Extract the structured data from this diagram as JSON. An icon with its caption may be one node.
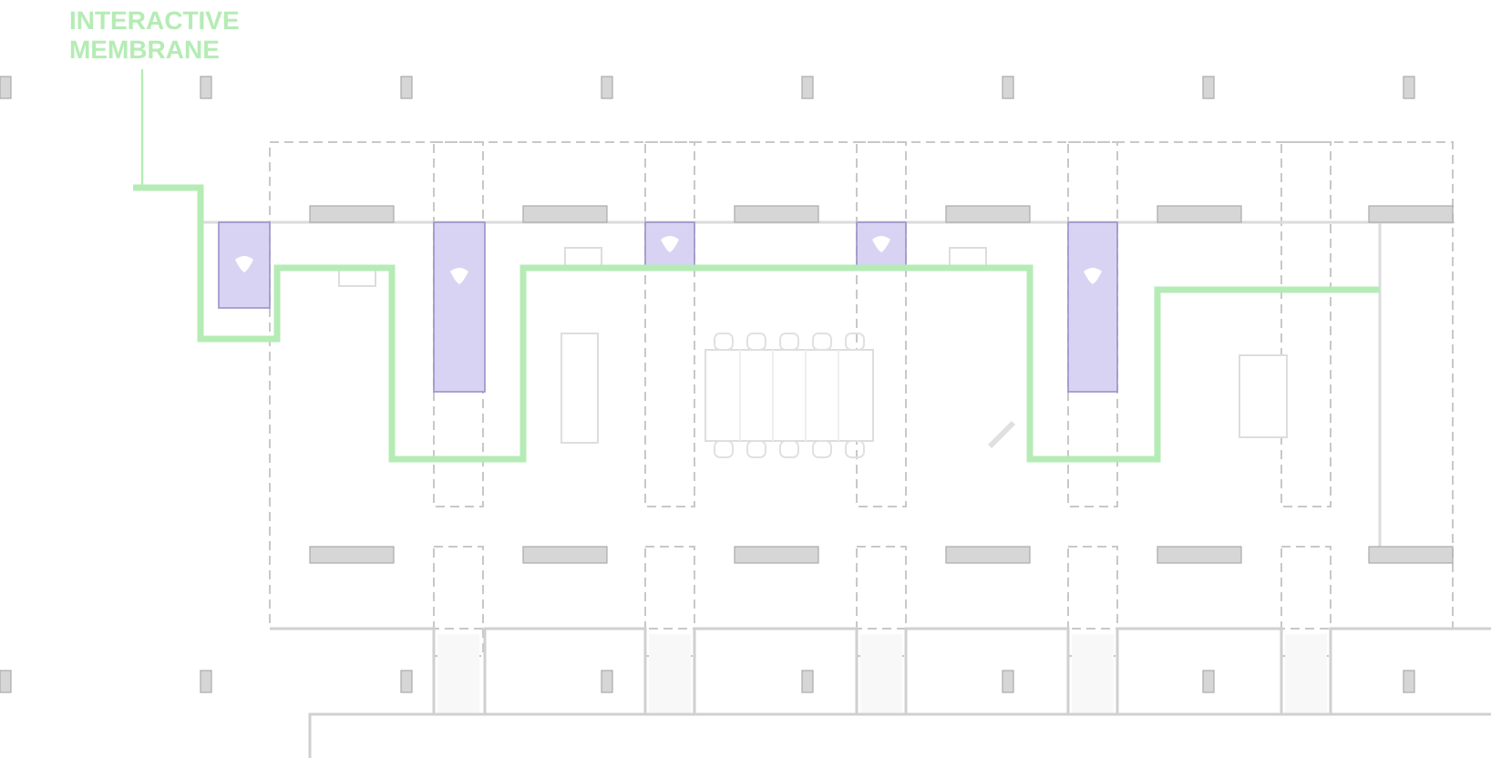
{
  "diagram": {
    "nodes": [
      {
        "text": [
          "INTERACTIVE MEMBRANE"
        ]
      },
      {
        "text": [],
        "shape": "line"
      }
    ],
    "edges": [
      {
        "from": 0,
        "to": 1,
        "arrow": "none"
      }
    ]
  }
}
